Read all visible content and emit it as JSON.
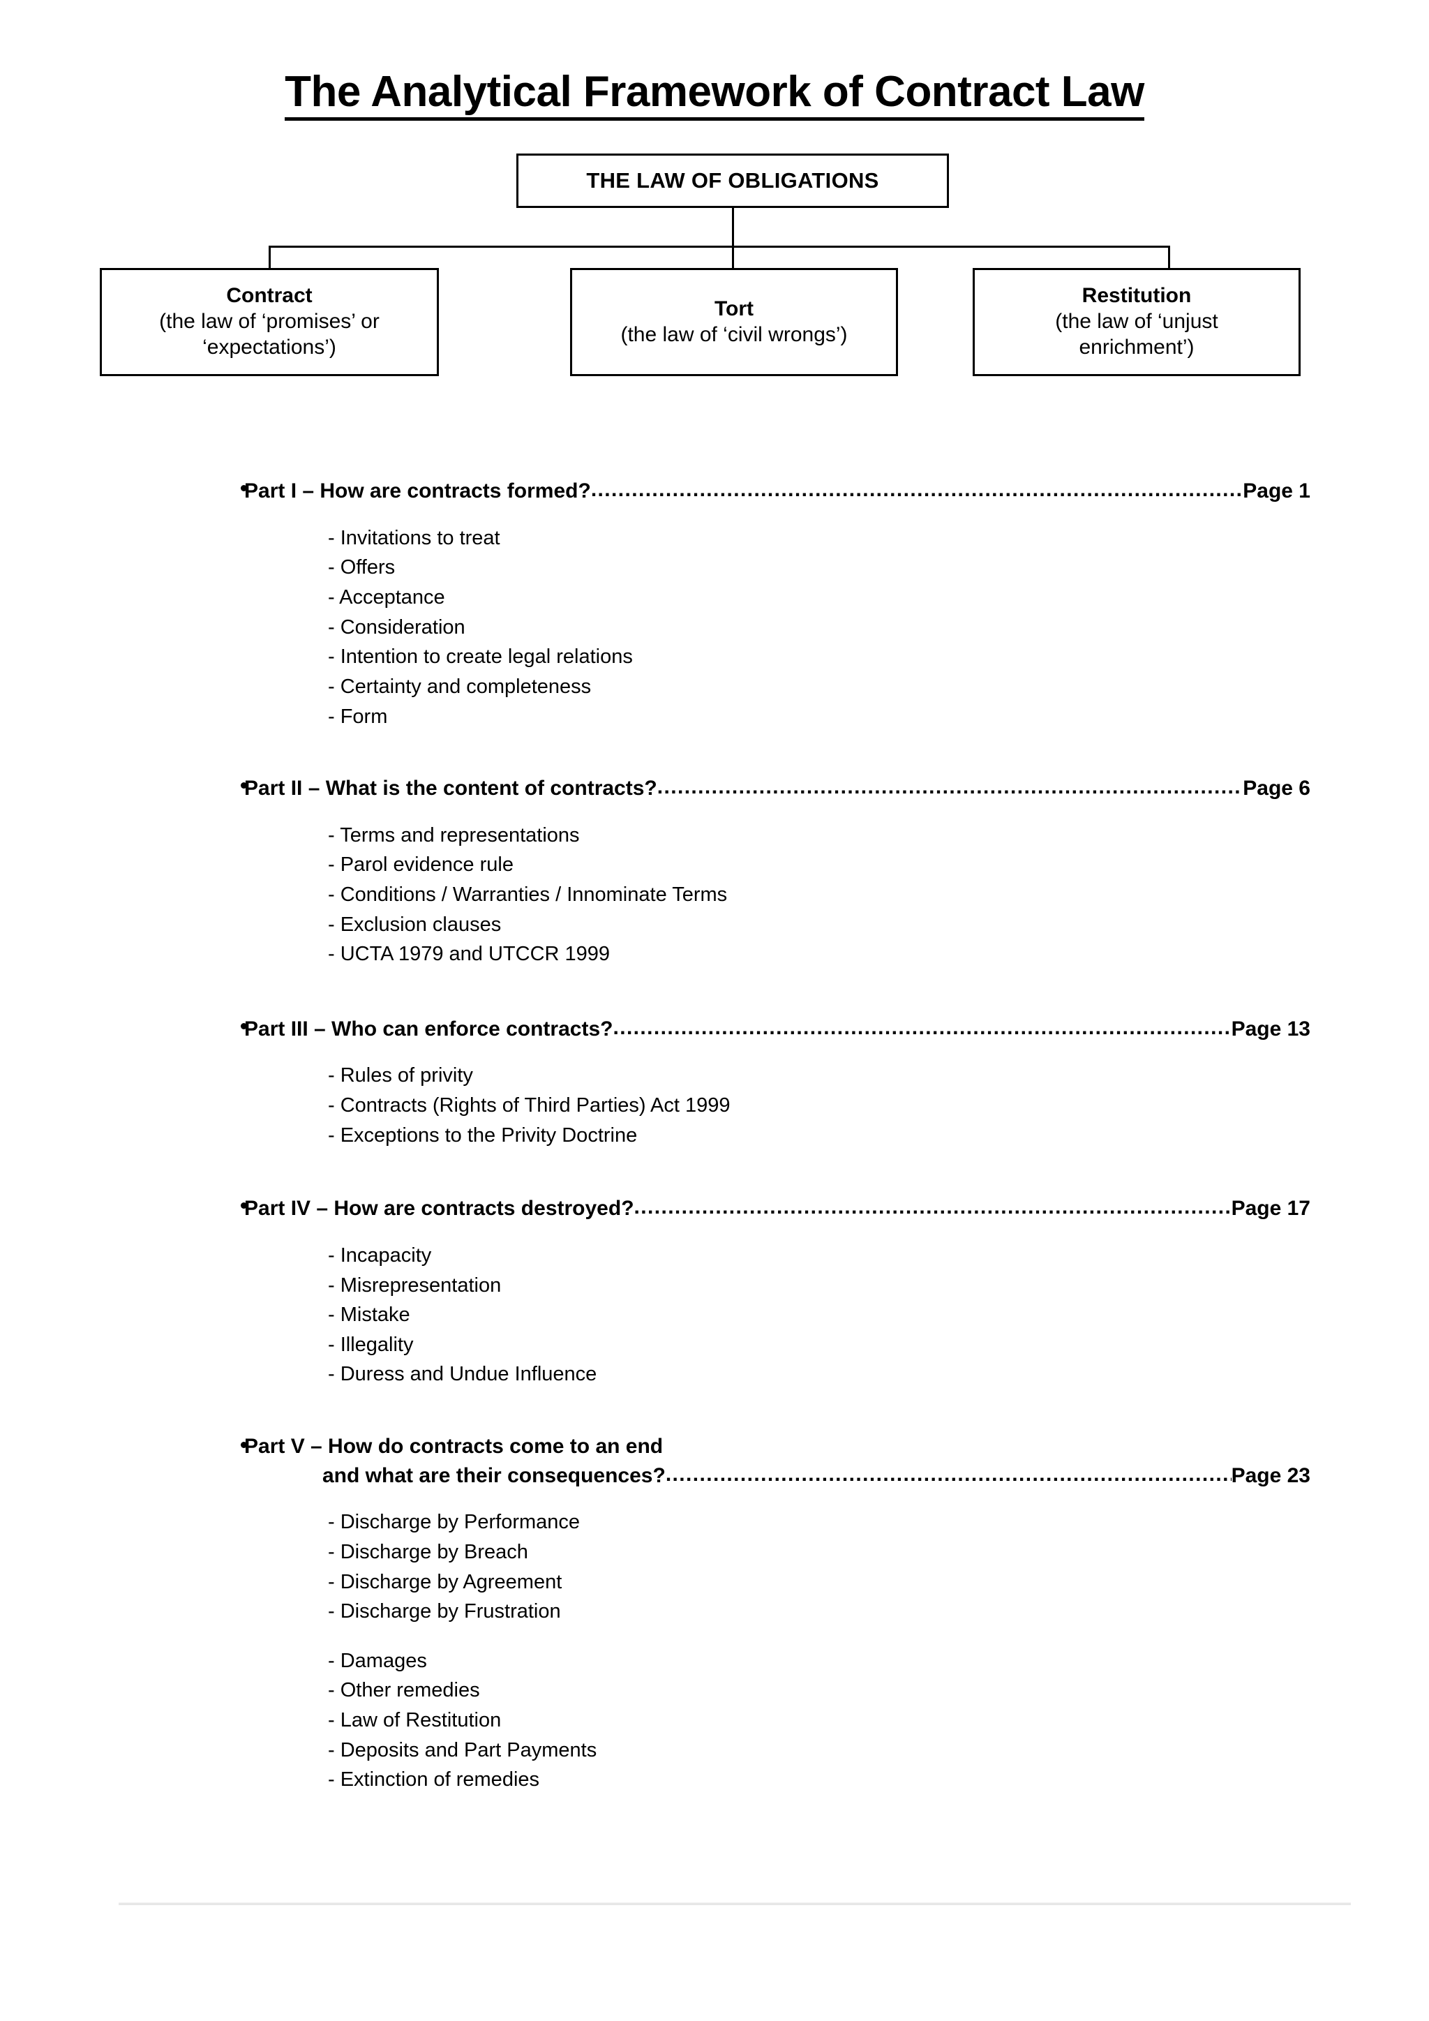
{
  "document": {
    "title": "The Analytical Framework of Contract Law"
  },
  "diagram": {
    "root": {
      "title": "THE LAW OF OBLIGATIONS"
    },
    "branches": [
      {
        "title": "Contract",
        "subtitle_line1": "(the law of ‘promises’ or",
        "subtitle_line2": "‘expectations’)"
      },
      {
        "title": "Tort",
        "subtitle_line1": "(the law of ‘civil wrongs’)",
        "subtitle_line2": ""
      },
      {
        "title": "Restitution",
        "subtitle_line1": "(the law of ‘unjust",
        "subtitle_line2": "enrichment’)"
      }
    ]
  },
  "contents": {
    "entries": [
      {
        "heading": "Part I – How are contracts formed?",
        "page_ref": "Page 1",
        "sub_items": [
          "- Invitations to treat",
          "- Offers",
          "- Acceptance",
          "- Consideration",
          "- Intention to create legal relations",
          "- Certainty and completeness",
          "- Form"
        ]
      },
      {
        "heading": "Part II – What is the content of contracts?",
        "page_ref": "Page 6",
        "sub_items": [
          "- Terms and representations",
          "- Parol evidence rule",
          "- Conditions / Warranties / Innominate Terms",
          "- Exclusion clauses",
          "- UCTA 1979 and UTCCR 1999"
        ]
      },
      {
        "heading": "Part III – Who can enforce contracts?",
        "page_ref": "Page 13",
        "sub_items": [
          "- Rules of privity",
          "- Contracts (Rights of Third Parties) Act 1999",
          "- Exceptions to the Privity Doctrine"
        ]
      },
      {
        "heading": "Part IV – How are contracts destroyed?",
        "page_ref": "Page 17",
        "sub_items": [
          "- Incapacity",
          "- Misrepresentation",
          "- Mistake",
          "- Illegality",
          "- Duress and Undue Influence"
        ]
      },
      {
        "heading_line1": "Part V – How do contracts come to an end",
        "heading_line2": "and what are their consequences?",
        "page_ref": "Page 23",
        "sub_items": [
          "- Discharge by Performance",
          "- Discharge by Breach",
          "- Discharge by Agreement",
          "- Discharge by Frustration",
          "",
          "- Damages",
          "- Other remedies",
          "- Law of Restitution",
          "- Deposits and Part Payments",
          "- Extinction of remedies"
        ]
      }
    ]
  }
}
